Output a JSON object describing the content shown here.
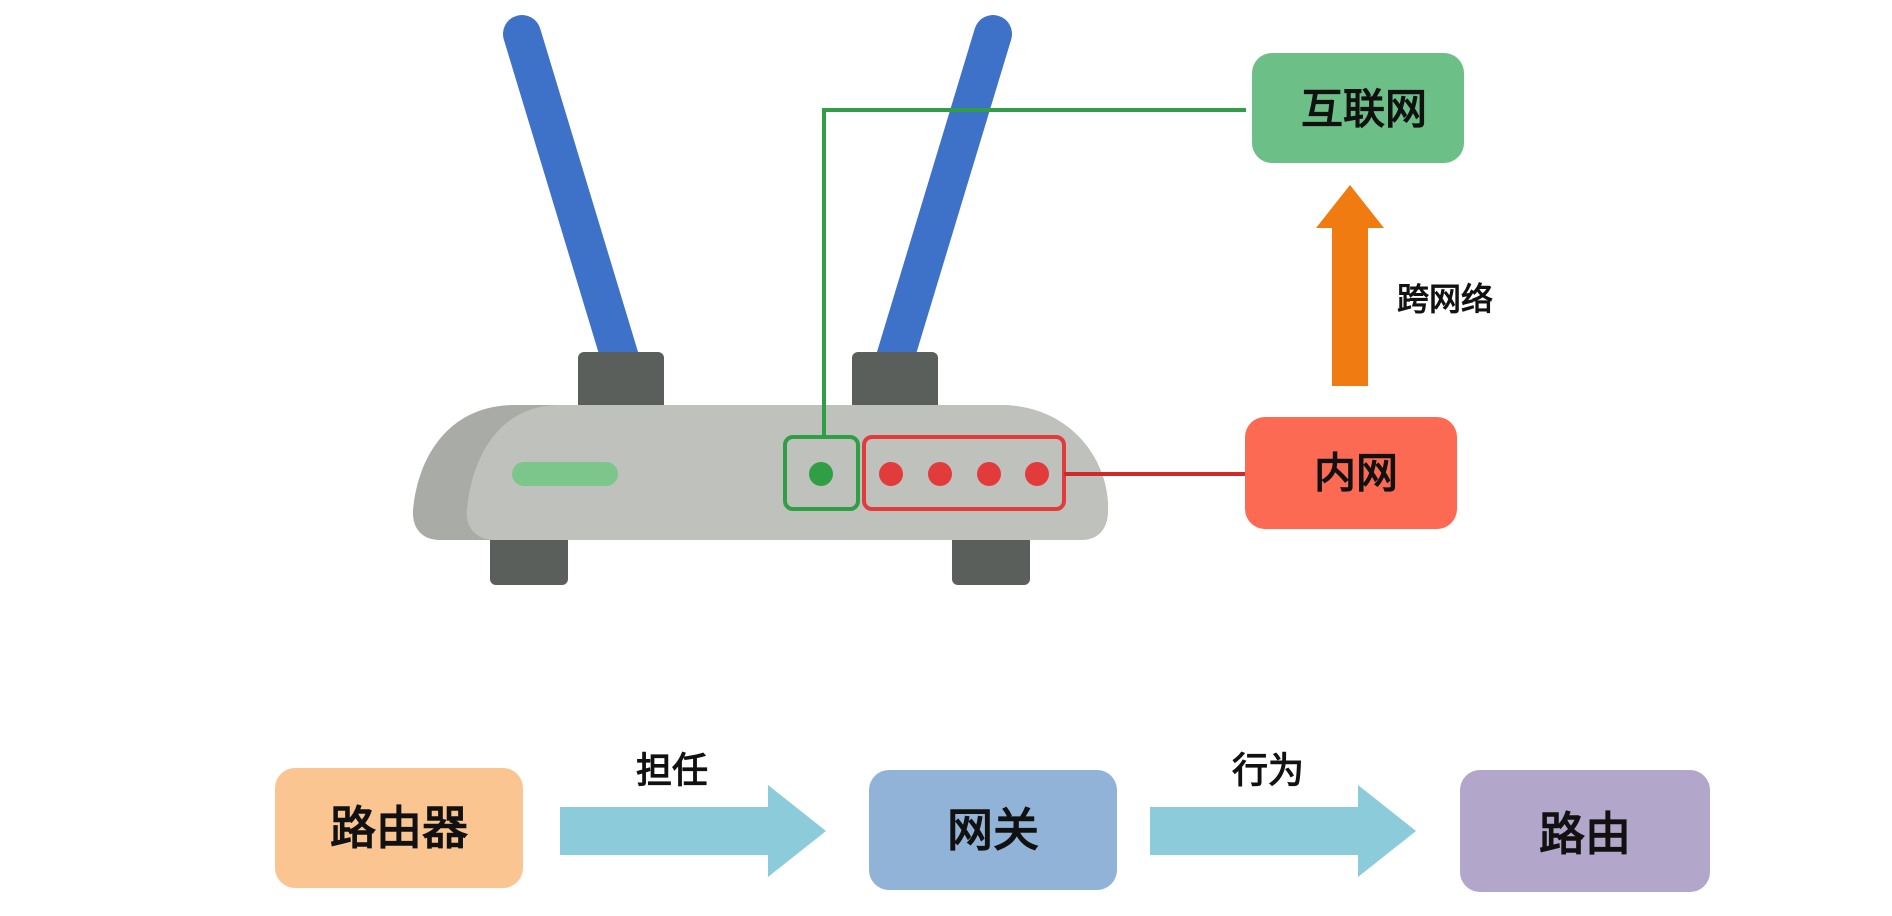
{
  "top_diagram": {
    "internet_label": "互联网",
    "intranet_label": "内网",
    "cross_network_label": "跨网络"
  },
  "flow": {
    "step1_label": "路由器",
    "arrow1_label": "担任",
    "step2_label": "网关",
    "arrow2_label": "行为",
    "step3_label": "路由"
  },
  "colors": {
    "antenna": "#3d72c8",
    "router_body": "#bfc1bc",
    "router_shadow": "#a9aba7",
    "router_feet": "#5b5f5c",
    "wan_port": "#2f9e44",
    "lan_ports": "#e23b3b",
    "indicator_strip": "#7cc68b",
    "internet_box": "#6cbf86",
    "intranet_box": "#fd6a54",
    "up_arrow": "#f07b10",
    "step1_box": "#fbc592",
    "step2_box": "#91b3d8",
    "step3_box": "#b2a6cb",
    "flow_arrow": "#8ccbd9"
  }
}
